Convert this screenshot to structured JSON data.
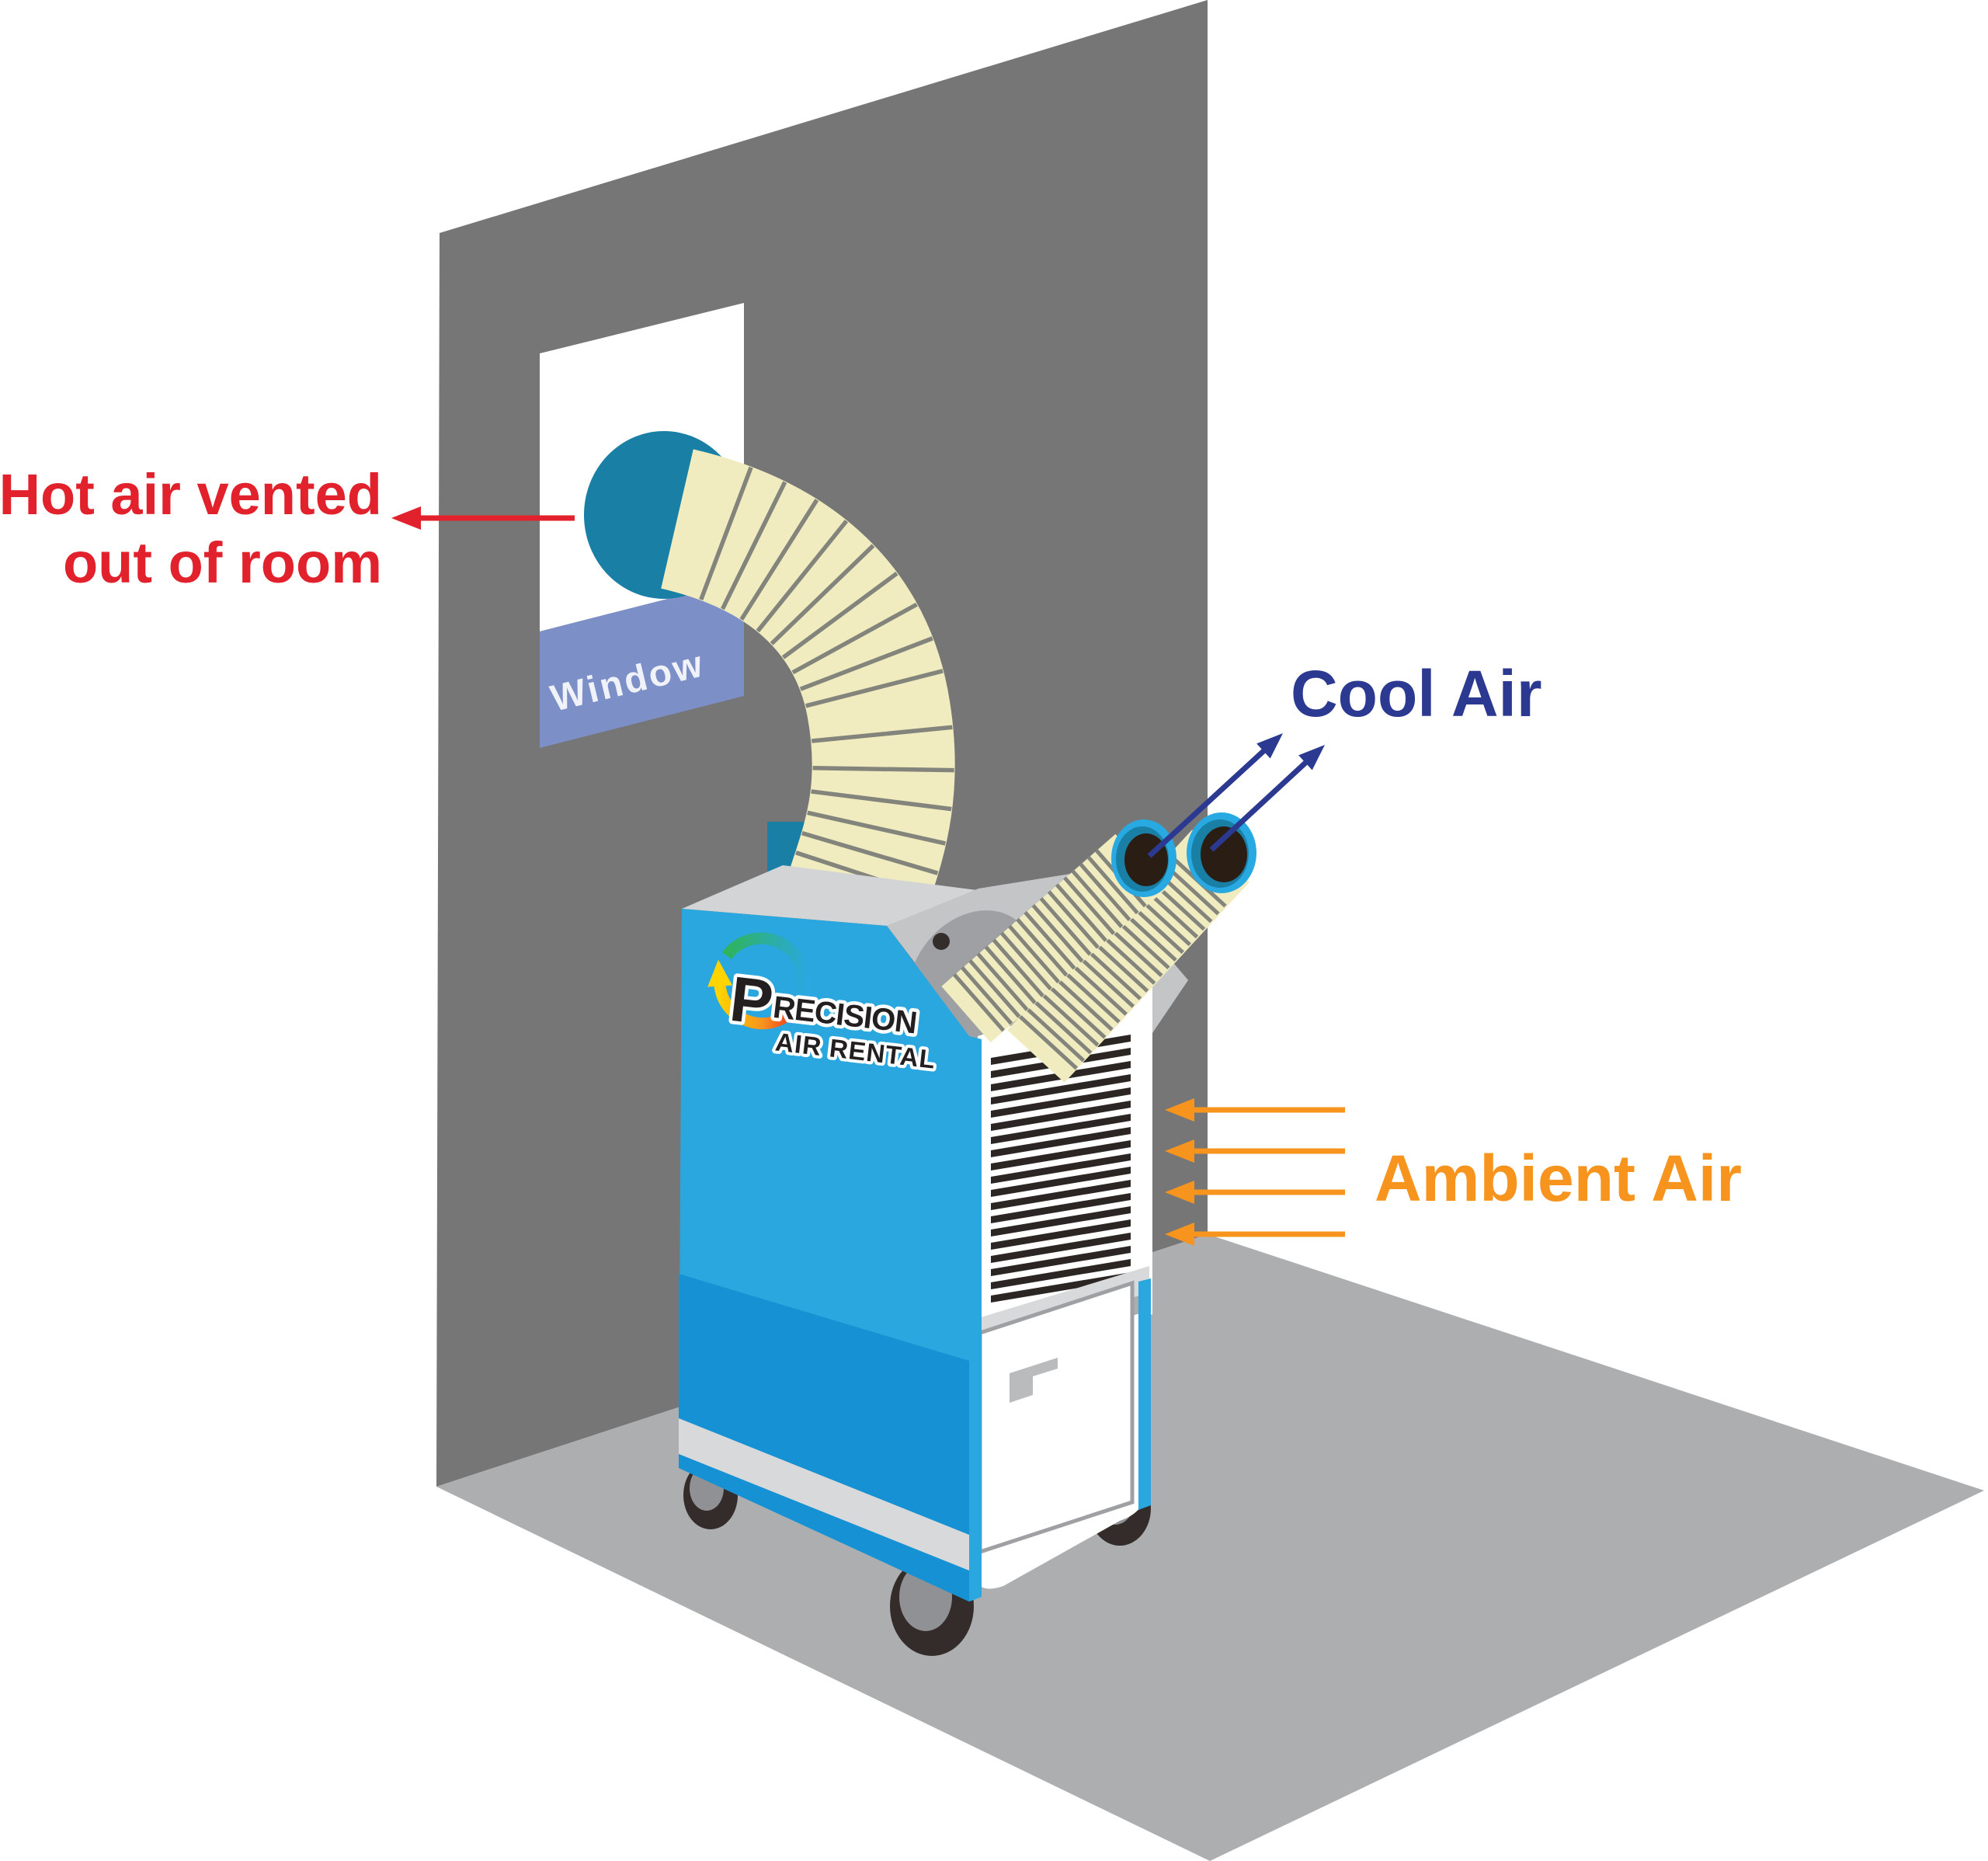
{
  "labels": {
    "hot_air": {
      "line1": "Hot air vented",
      "line2": "out of room",
      "color": "#E1212B"
    },
    "window": {
      "text": "Window",
      "color": "#EFF2F8"
    },
    "cool_air": {
      "text": "Cool Air",
      "color": "#2B3990"
    },
    "ambient_air": {
      "text": "Ambient Air",
      "color": "#F7941D"
    }
  },
  "logo": {
    "initial": "P",
    "rest": "RECISION",
    "subtitle": "AIR RENTAL"
  },
  "scene": {
    "colors": {
      "wall": "#767676",
      "floor": "#ACAEB0",
      "window_sill": "#7D8FC7",
      "duct_cream": "#F0ECC0",
      "duct_rib_gray": "#83847B",
      "duct_flange_teal": "#1A7FA5",
      "duct_tip_ring_blue": "#29A9E1",
      "unit_blue": "#2AA7DF",
      "unit_blue_dark": "#1691D3",
      "unit_top_gray": "#D3D4D6",
      "chamfer_gray": "#C3C5C7",
      "flange_plate_gray": "#9EA0A3",
      "grille_black": "#2B2523",
      "hot_air_red": "#E1212B",
      "cool_air_navy": "#2B3990",
      "ambient_orange": "#F7941D"
    },
    "arrow_counts": {
      "hot_air": 1,
      "cool_air": 2,
      "ambient_air": 4
    }
  }
}
